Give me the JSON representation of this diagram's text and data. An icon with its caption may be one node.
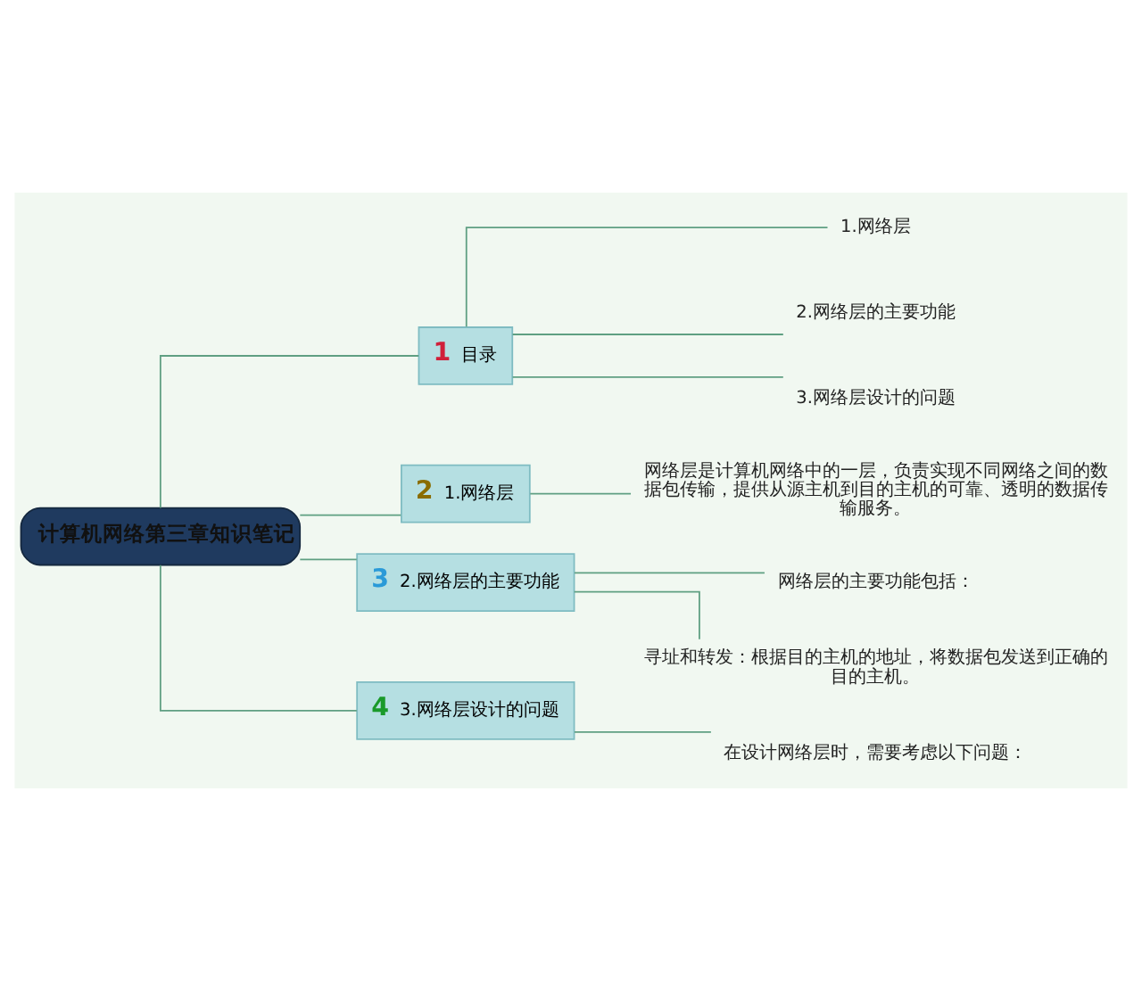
{
  "diagram": {
    "nodes": [
      {
        "text": [
          "计算机网络第三章知识笔记"
        ]
      },
      {
        "text": [
          "1 目录"
        ]
      },
      {
        "text": [
          "1.网络层"
        ]
      },
      {
        "text": [
          "2.网络层的主要功能"
        ]
      },
      {
        "text": [
          "3.网络层设计的问题"
        ]
      },
      {
        "text": [
          "2 1.网络层"
        ]
      },
      {
        "text": [
          "网络层是计算机网络中的一层，负责实现不同网络之间的数据包传输，提供从源主机到目的主机的可靠、透明的数据传输服务。"
        ]
      },
      {
        "text": [
          "3 2.网络层的主要功能"
        ]
      },
      {
        "text": [
          "网络层的主要功能包括："
        ]
      },
      {
        "text": [
          "寻址和转发：根据目的主机的地址，将数据包发送到正确的目的主机。"
        ]
      },
      {
        "text": [
          "4 3.网络层设计的问题"
        ]
      },
      {
        "text": [
          "在设计网络层时，需要考虑以下问题："
        ]
      }
    ],
    "edges": [
      {
        "from": 0,
        "to": 1,
        "arrow": "none"
      },
      {
        "from": 1,
        "to": 2,
        "arrow": "none"
      },
      {
        "from": 1,
        "to": 3,
        "arrow": "none"
      },
      {
        "from": 1,
        "to": 4,
        "arrow": "none"
      },
      {
        "from": 0,
        "to": 5,
        "arrow": "none"
      },
      {
        "from": 5,
        "to": 6,
        "arrow": "none"
      },
      {
        "from": 0,
        "to": 7,
        "arrow": "none"
      },
      {
        "from": 7,
        "to": 8,
        "arrow": "none"
      },
      {
        "from": 7,
        "to": 9,
        "arrow": "none"
      },
      {
        "from": 0,
        "to": 10,
        "arrow": "none"
      },
      {
        "from": 10,
        "to": 11,
        "arrow": "none"
      }
    ]
  }
}
